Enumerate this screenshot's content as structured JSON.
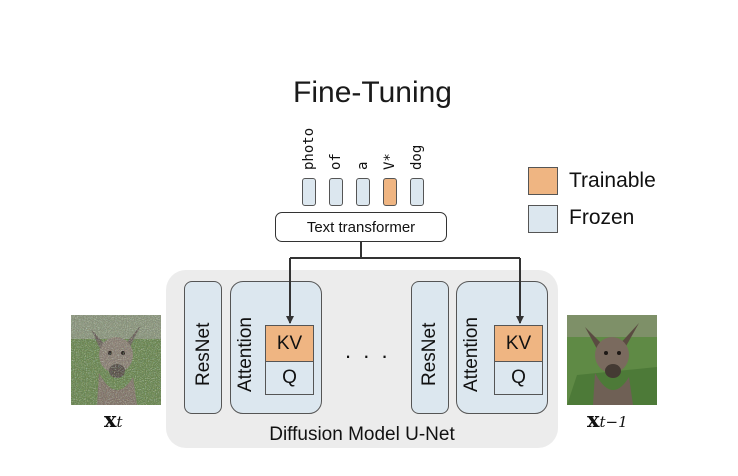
{
  "title": "Fine-Tuning",
  "prompt_tokens": [
    {
      "text": "photo",
      "state": "frozen"
    },
    {
      "text": "of",
      "state": "frozen"
    },
    {
      "text": "a",
      "state": "frozen"
    },
    {
      "text": "V*",
      "state": "trainable"
    },
    {
      "text": "dog",
      "state": "frozen"
    }
  ],
  "text_transformer": "Text transformer",
  "legend": {
    "trainable": "Trainable",
    "frozen": "Frozen"
  },
  "unet": {
    "label": "Diffusion Model U-Net",
    "resnet": "ResNet",
    "attention": "Attention",
    "kv": "KV",
    "q": "Q",
    "ellipsis": ". . ."
  },
  "input_label": {
    "main": "x",
    "sub": "t"
  },
  "output_label": {
    "main": "x",
    "sub": "t−1"
  },
  "colors": {
    "trainable": "#efb582",
    "frozen": "#dce7ef",
    "unet_bg": "#ececec"
  },
  "icons": {
    "input_image": "noisy-dog-photo",
    "output_image": "dog-photo"
  }
}
